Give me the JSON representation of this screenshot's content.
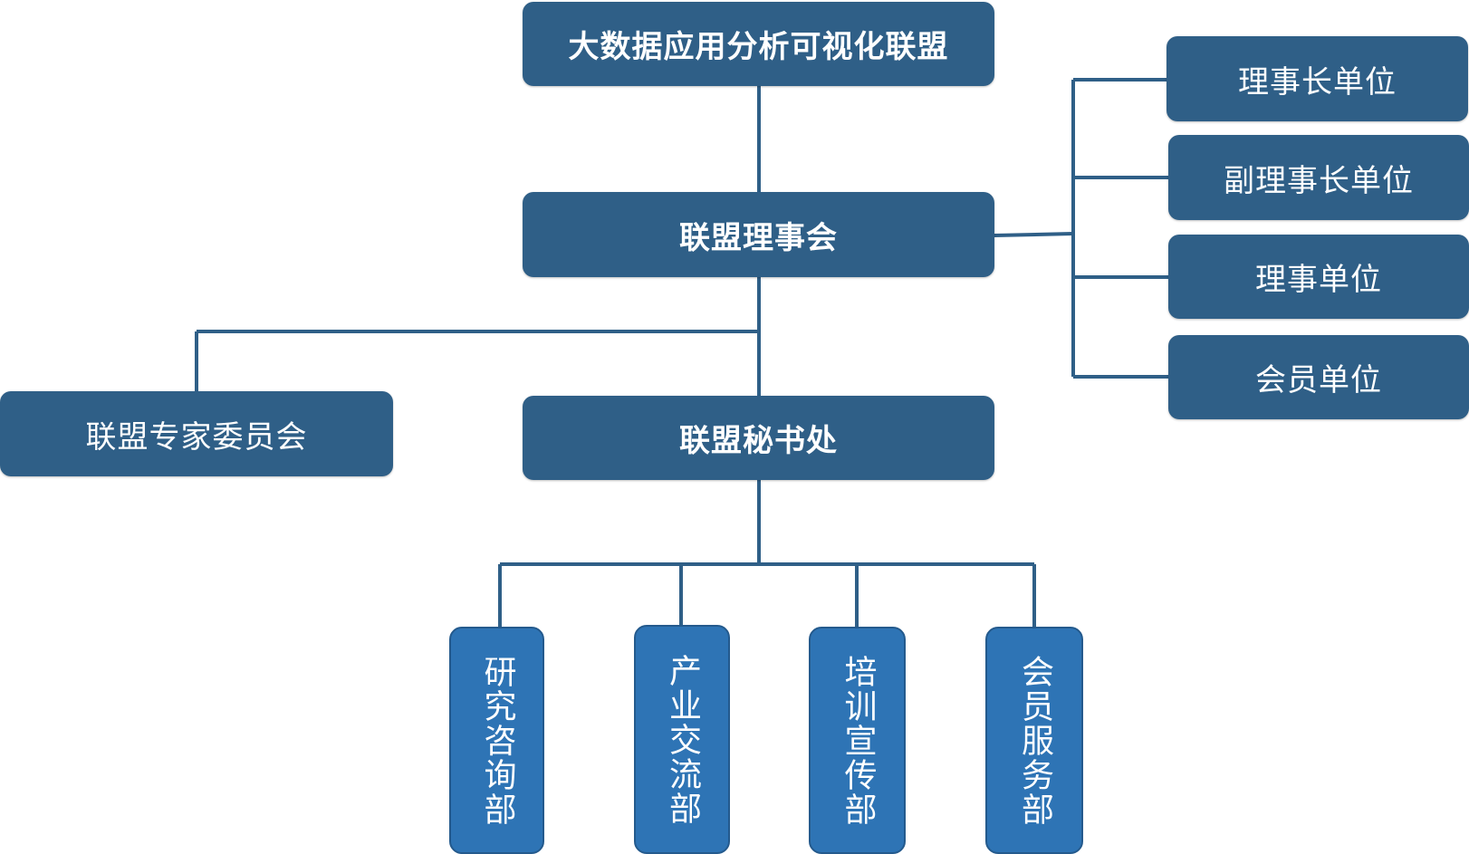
{
  "colors": {
    "box": "#2f5f87",
    "dept": "#2e74b5",
    "line": "#2f5f87",
    "text": "#ffffff"
  },
  "org": {
    "alliance": "大数据应用分析可视化联盟",
    "council": "联盟理事会",
    "secretariat": "联盟秘书处",
    "expert_committee": "联盟专家委员会",
    "member_types": [
      "理事长单位",
      "副理事长单位",
      "理事单位",
      "会员单位"
    ],
    "departments": [
      "研究咨询部",
      "产业交流部",
      "培训宣传部",
      "会员服务部"
    ]
  }
}
